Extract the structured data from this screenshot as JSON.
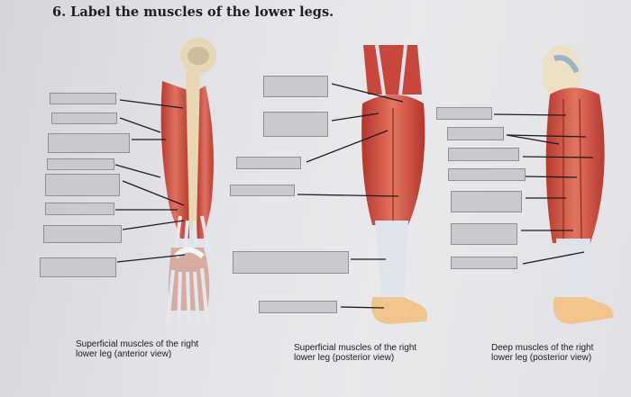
{
  "question_title": "6. Label the muscles of the lower legs.",
  "captions": {
    "anterior": {
      "line1": "Superficial muscles of the right",
      "line2": "lower leg (anterior view)"
    },
    "posterior_superficial": {
      "line1": "Superficial muscles of the right",
      "line2": "lower leg (posterior view)"
    },
    "posterior_deep": {
      "line1": "Deep muscles of the right",
      "line2": "lower leg (posterior view)"
    }
  },
  "label_boxes": {
    "anterior_count": 8,
    "posterior_superficial_count": 6,
    "posterior_deep_count": 7,
    "all_blank": true
  },
  "colors": {
    "muscle": "#c9473a",
    "muscle_light": "#e27b6a",
    "tendon": "#dfe3ea",
    "bone": "#e7d7b2",
    "skin": "#f0c48a",
    "label_box": "#c9cacd"
  }
}
